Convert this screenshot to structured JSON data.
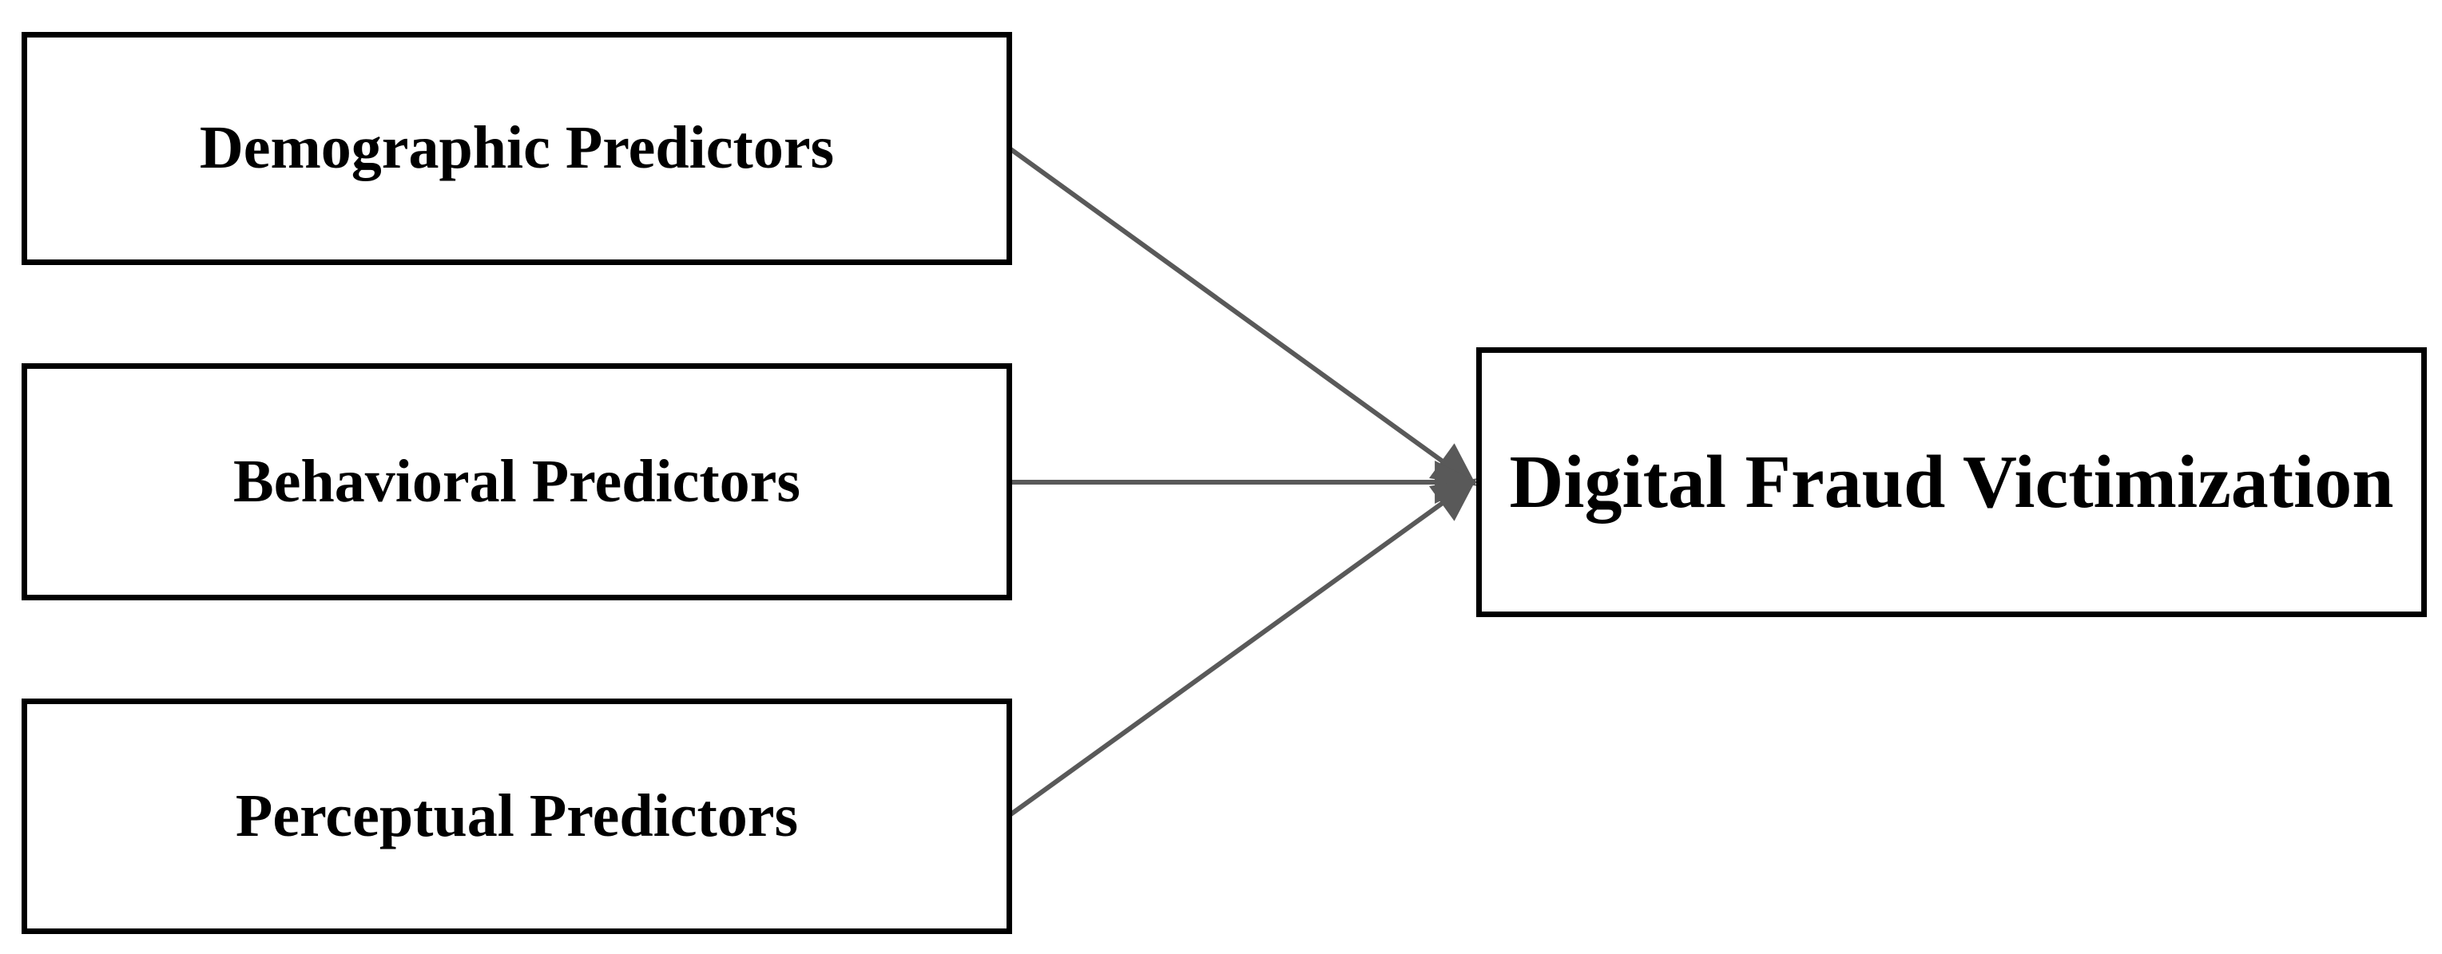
{
  "figure": {
    "type": "conceptual-framework-diagram",
    "background_color": "#ffffff",
    "box_border_color": "#000000",
    "box_fill_color": "#ffffff",
    "text_color": "#000000",
    "arrow_color": "#595959"
  },
  "boxes": {
    "demographic": {
      "label": "Demographic Predictors"
    },
    "behavioral": {
      "label": "Behavioral Predictors"
    },
    "perceptual": {
      "label": "Perceptual Predictors"
    },
    "outcome": {
      "label": "Digital Fraud Victimization"
    }
  },
  "arrows": [
    {
      "from": "Demographic Predictors",
      "to": "Digital Fraud Victimization",
      "direction": "diagonal-down-right"
    },
    {
      "from": "Behavioral Predictors",
      "to": "Digital Fraud Victimization",
      "direction": "horizontal-right"
    },
    {
      "from": "Perceptual Predictors",
      "to": "Digital Fraud Victimization",
      "direction": "diagonal-up-right"
    }
  ]
}
